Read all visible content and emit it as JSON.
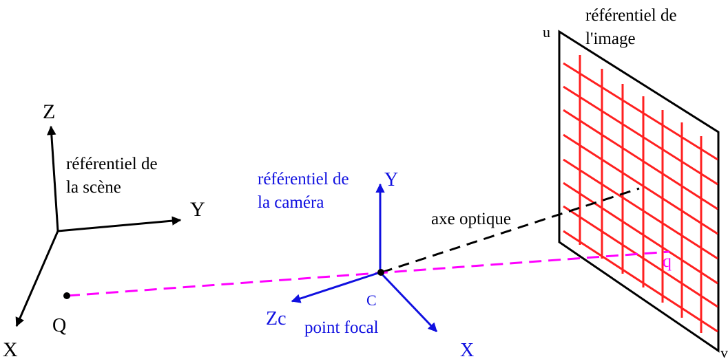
{
  "labels": {
    "scene_ref": [
      "référentiel de",
      "la scène"
    ],
    "camera_ref": [
      "référentiel de",
      "la caméra"
    ],
    "image_ref": [
      "référentiel de",
      "l'image"
    ],
    "optical_axis": "axe optique",
    "focal_point": "point focal",
    "center": "C",
    "point_Q": "Q",
    "point_q": "q",
    "scene_axes": {
      "z": "Z",
      "y": "Y",
      "x": "X"
    },
    "camera_axes": {
      "y": "Y",
      "x": "X",
      "z": "Zc"
    },
    "image_axes": {
      "u": "u",
      "v": "v"
    }
  },
  "colors": {
    "scene": "#000000",
    "camera": "#1010e0",
    "projection": "#ff00ff",
    "grid": "#ff2020",
    "optical_axis": "#000000"
  }
}
